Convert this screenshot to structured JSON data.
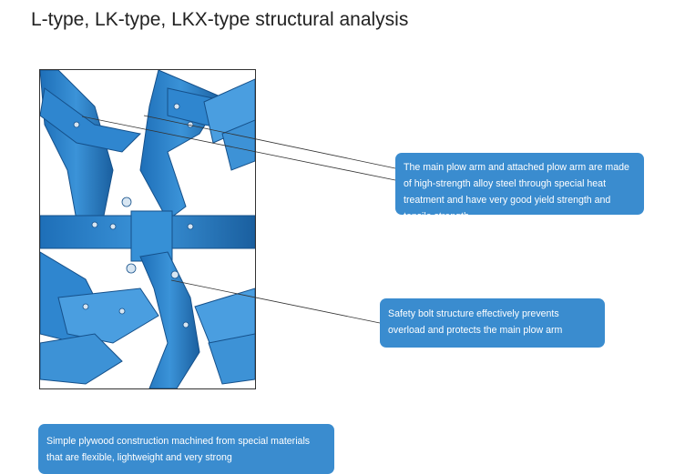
{
  "page": {
    "title": "L-type, LK-type, LKX-type structural analysis"
  },
  "photo": {
    "subject": "plow-photo",
    "color": "#2a7cc4",
    "dark": "#15508a"
  },
  "callouts": [
    {
      "text": "The main plow arm and attached plow arm are made of high-strength alloy steel through special heat treatment and have very good yield strength and tensile strength."
    },
    {
      "text": "Safety bolt structure effectively prevents overload and protects the main plow arm"
    },
    {
      "text": "Simple plywood construction machined from special materials that are flexible, lightweight and very strong"
    }
  ]
}
